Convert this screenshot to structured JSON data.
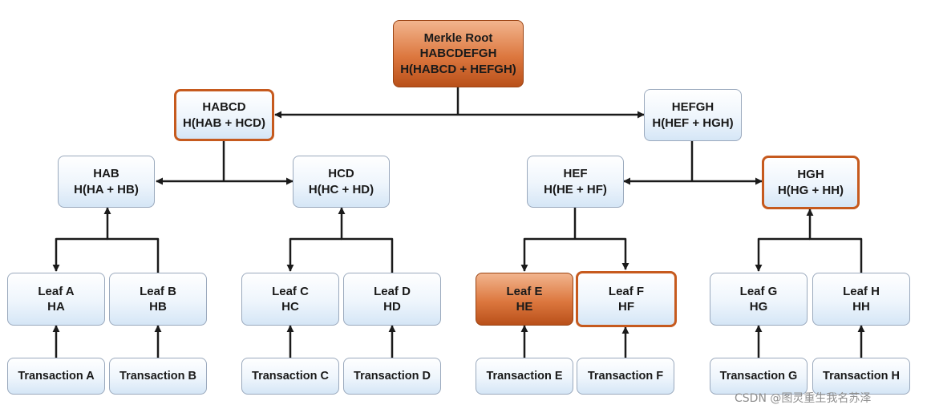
{
  "colors": {
    "highlight_border": "#c65a1e",
    "highlight_fill": "#dc773e",
    "node_border": "#9aa9bd",
    "node_fill": "#eef5fc",
    "arrow": "#1a1a1a"
  },
  "nodes": {
    "root": {
      "lines": [
        "Merkle Root",
        "HABCDEFGH",
        "H(HABCD + HEFGH)"
      ],
      "style": "filled"
    },
    "h_abcd": {
      "lines": [
        "HABCD",
        "H(HAB + HCD)"
      ],
      "style": "outlined"
    },
    "h_efgh": {
      "lines": [
        "HEFGH",
        "H(HEF + HGH)"
      ],
      "style": "plain"
    },
    "h_ab": {
      "lines": [
        "HAB",
        "H(HA + HB)"
      ],
      "style": "plain"
    },
    "h_cd": {
      "lines": [
        "HCD",
        "H(HC + HD)"
      ],
      "style": "plain"
    },
    "h_ef": {
      "lines": [
        "HEF",
        "H(HE + HF)"
      ],
      "style": "plain"
    },
    "h_gh": {
      "lines": [
        "HGH",
        "H(HG + HH)"
      ],
      "style": "outlined"
    },
    "leaf_a": {
      "lines": [
        "Leaf A",
        "HA"
      ],
      "style": "plain"
    },
    "leaf_b": {
      "lines": [
        "Leaf B",
        "HB"
      ],
      "style": "plain"
    },
    "leaf_c": {
      "lines": [
        "Leaf C",
        "HC"
      ],
      "style": "plain"
    },
    "leaf_d": {
      "lines": [
        "Leaf D",
        "HD"
      ],
      "style": "plain"
    },
    "leaf_e": {
      "lines": [
        "Leaf E",
        "HE"
      ],
      "style": "filled"
    },
    "leaf_f": {
      "lines": [
        "Leaf F",
        "HF"
      ],
      "style": "outlined"
    },
    "leaf_g": {
      "lines": [
        "Leaf G",
        "HG"
      ],
      "style": "plain"
    },
    "leaf_h": {
      "lines": [
        "Leaf H",
        "HH"
      ],
      "style": "plain"
    },
    "tx_a": {
      "lines": [
        "Transaction A"
      ],
      "style": "plain"
    },
    "tx_b": {
      "lines": [
        "Transaction B"
      ],
      "style": "plain"
    },
    "tx_c": {
      "lines": [
        "Transaction C"
      ],
      "style": "plain"
    },
    "tx_d": {
      "lines": [
        "Transaction D"
      ],
      "style": "plain"
    },
    "tx_e": {
      "lines": [
        "Transaction E"
      ],
      "style": "plain"
    },
    "tx_f": {
      "lines": [
        "Transaction F"
      ],
      "style": "plain"
    },
    "tx_g": {
      "lines": [
        "Transaction G"
      ],
      "style": "plain"
    },
    "tx_h": {
      "lines": [
        "Transaction H"
      ],
      "style": "plain"
    }
  },
  "watermark": "CSDN @图灵重生我名苏泽"
}
